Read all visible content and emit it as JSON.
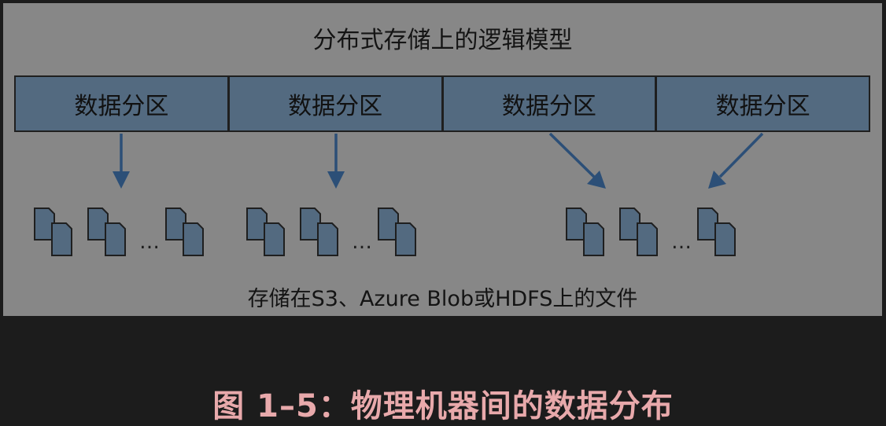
{
  "diagram": {
    "title": "分布式存储上的逻辑模型",
    "partitions": [
      {
        "label": "数据分区"
      },
      {
        "label": "数据分区"
      },
      {
        "label": "数据分区"
      },
      {
        "label": "数据分区"
      }
    ],
    "ellipsis": "…",
    "files_caption": "存储在S3、Azure Blob或HDFS上的文件",
    "colors": {
      "background": "#878787",
      "partition_fill": "#536a80",
      "arrow": "#2c4f77",
      "border": "#1f1f1f"
    }
  },
  "caption": "图 1–5：物理机器间的数据分布"
}
